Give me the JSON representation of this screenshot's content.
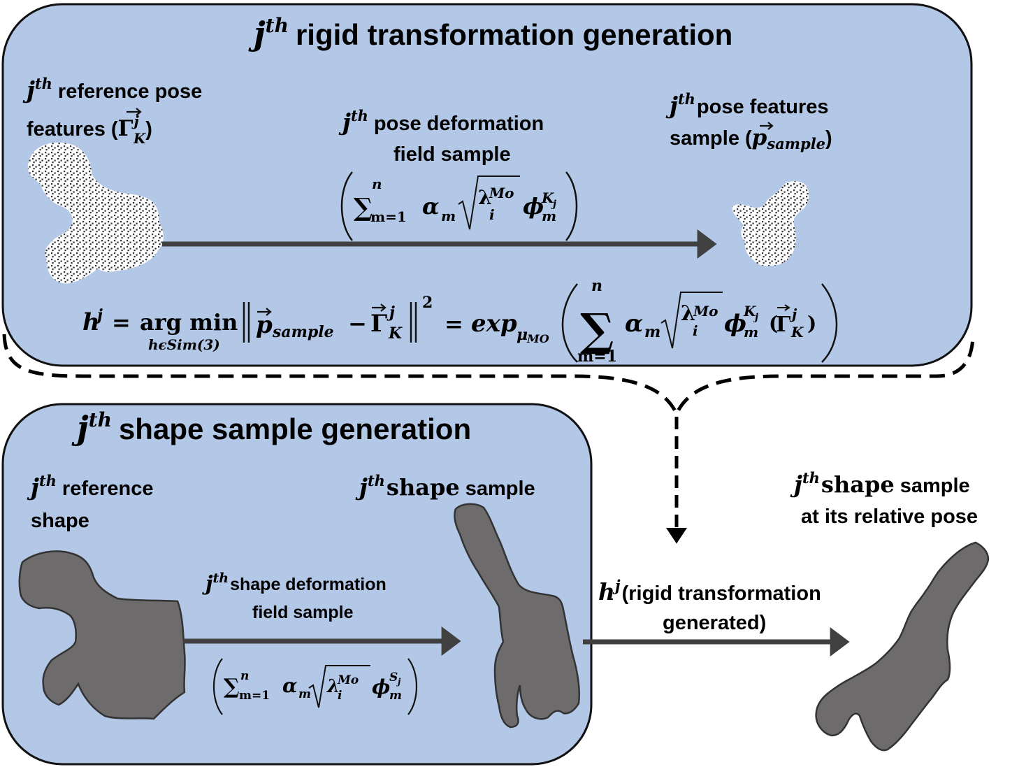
{
  "colors": {
    "panel_fill": "#b3c7e6",
    "panel_stroke": "#111111",
    "shape_fill": "#6d6b6b",
    "arrow": "#404040"
  },
  "top_panel": {
    "title_j": "j",
    "title_th": "th",
    "title_text": "rigid transformation generation",
    "ref_label": {
      "j": "j",
      "th": "th",
      "line1": "reference pose",
      "line2": "features (",
      "gamma": "Γ",
      "sup": "j",
      "sub": "K",
      "close": ")"
    },
    "field_label": {
      "j": "j",
      "th": "th",
      "line1": "pose deformation",
      "line2": "field sample",
      "sum": "∑",
      "sum_sup": "n",
      "sum_sub": "m=1",
      "alpha": "α",
      "alpha_sub": "m",
      "lambda": "λ",
      "lambda_sup": "Mo",
      "lambda_sub": "i",
      "phi": "ϕ",
      "phi_sup": "K",
      "phi_sup_sub": "j",
      "phi_sub": "m"
    },
    "sample_label": {
      "j": "j",
      "th": "th",
      "line1": "pose features",
      "line2": "sample (",
      "p": "p",
      "p_sub": "sample",
      "close": ")"
    },
    "equation": {
      "h": "h",
      "h_sup": "j",
      "eq": "=",
      "argmin": "arg min",
      "argmin_sub": "hϵSim(3)",
      "p": "p",
      "p_sub": "sample",
      "minus": "−",
      "gamma": "Γ",
      "gamma_sup": "j",
      "gamma_sub": "K",
      "norm_sup": "2",
      "eq2": "=",
      "exp": "exp",
      "exp_sub": "μ",
      "exp_sub2": "MO",
      "sum": "∑",
      "sum_sup": "n",
      "sum_sub": "m=1",
      "alpha": "α",
      "alpha_sub": "m",
      "lambda": "λ",
      "lambda_sup": "Mo",
      "lambda_sub": "i",
      "phi": "ϕ",
      "phi_sup": "K",
      "phi_sup_sub": "j",
      "phi_sub": "m",
      "arg_open": "(",
      "arg_gamma": "Γ",
      "arg_sup": "j",
      "arg_sub": "K",
      "arg_close": ")"
    }
  },
  "bottom_panel": {
    "title_j": "j",
    "title_th": "th",
    "title_text": "shape sample generation",
    "ref_label": {
      "j": "j",
      "th": "th",
      "line1": "reference",
      "line2": "shape"
    },
    "sample_label": {
      "j": "j",
      "th": "th",
      "text1": "shape",
      "text2": " sample"
    },
    "field_label": {
      "j": "j",
      "th": "th",
      "line1": "shape deformation",
      "line2": "field sample",
      "sum": "∑",
      "sum_sup": "n",
      "sum_sub": "m=1",
      "alpha": "α",
      "alpha_sub": "m",
      "lambda": "λ",
      "lambda_sup": "Mo",
      "lambda_sub": "i",
      "phi": "ϕ",
      "phi_sup": "S",
      "phi_sup_sub": "j",
      "phi_sub": "m"
    }
  },
  "outside": {
    "result_label": {
      "j": "j",
      "th": "th",
      "text1": "shape",
      "text2": " sample",
      "line2": "at its relative pose"
    },
    "transform_label": {
      "h": "h",
      "h_sup": "j",
      "line1": "(rigid transformation",
      "line2": "generated)"
    }
  }
}
